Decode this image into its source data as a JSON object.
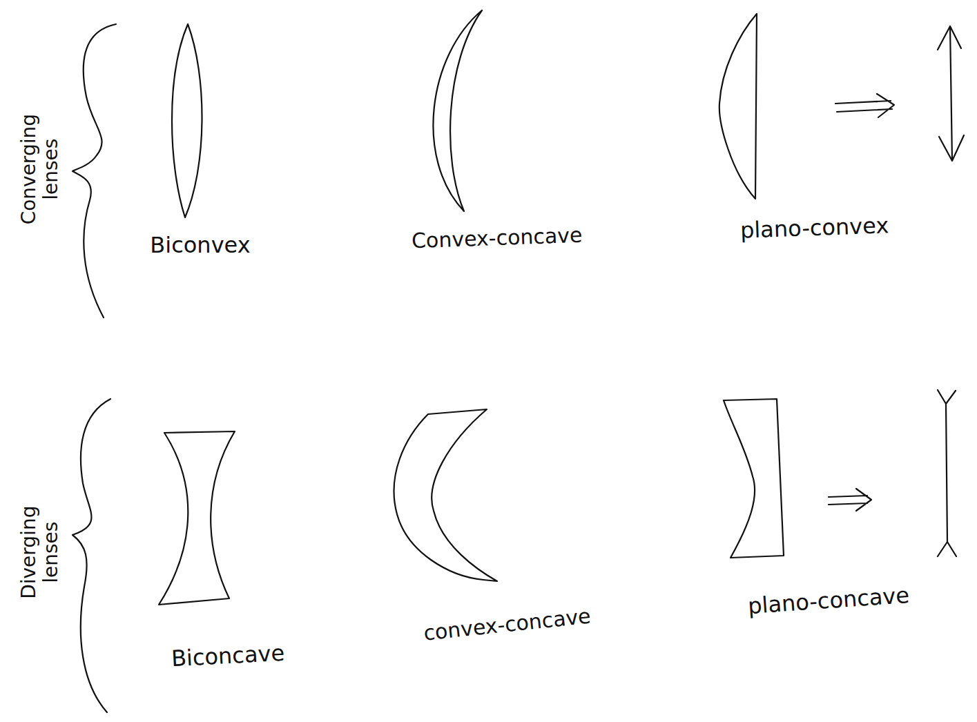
{
  "diagram": {
    "labels": [
      "Converging lenses",
      "Biconvex",
      "Convex-concave",
      "plano-convex",
      "Diverging lenses",
      "Biconcave",
      "convex-concave",
      "plano-concave"
    ]
  }
}
